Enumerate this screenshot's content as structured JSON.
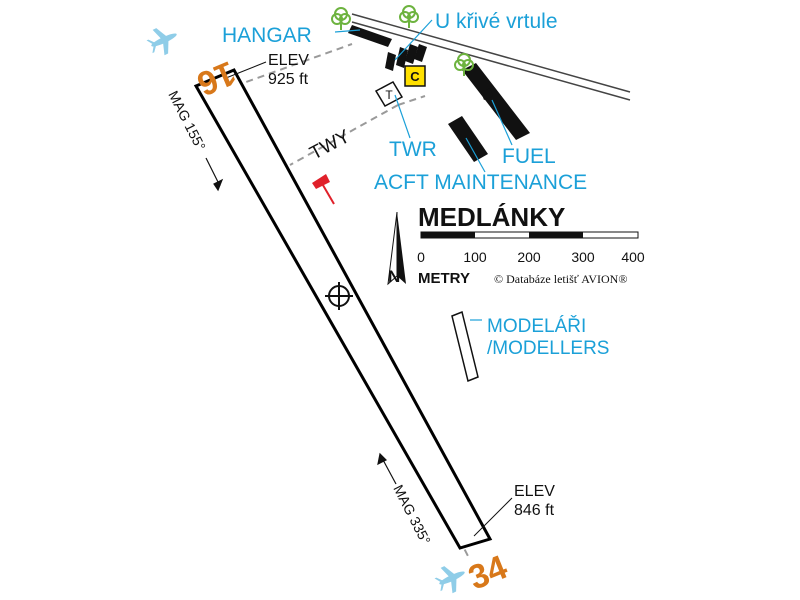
{
  "map": {
    "title": "MEDLÁNKY",
    "north_label": "N",
    "scale": {
      "unit_label": "METRY",
      "ticks": [
        "0",
        "100",
        "200",
        "300",
        "400"
      ],
      "copyright": "© Databáze letišť AVION®"
    },
    "runway": {
      "designator_north": "16",
      "designator_south": "34",
      "elev_north_label": "ELEV",
      "elev_north_value": "925 ft",
      "elev_south_label": "ELEV",
      "elev_south_value": "846 ft",
      "mag_north": "MAG 155°",
      "mag_south": "MAG 335°"
    },
    "labels": {
      "hangar": "HANGAR",
      "restaurant": "U křivé vrtule",
      "twy": "TWY",
      "twr": "TWR",
      "fuel": "FUEL",
      "acft_maintenance": "ACFT MAINTENANCE",
      "modellers_line1": "MODELÁŘI",
      "modellers_line2": "/MODELLERS",
      "tower_symbol": "T",
      "customs_symbol": "C"
    },
    "colors": {
      "label_blue": "#1ba0d8",
      "runway_number_orange": "#d8781a",
      "windsock_red": "#e0202a",
      "tree_green": "#6db33f",
      "customs_yellow": "#ffe000",
      "plane_lightblue": "#8fcde8"
    },
    "icons": [
      "airplane-icon",
      "tree-icon",
      "windsock-icon",
      "arp-crosshair-icon",
      "north-arrow-icon"
    ]
  }
}
